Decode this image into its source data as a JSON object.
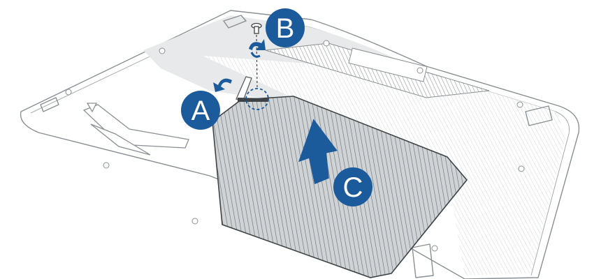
{
  "diagram": {
    "callouts": [
      {
        "id": "a",
        "label": "A"
      },
      {
        "id": "b",
        "label": "B"
      },
      {
        "id": "c",
        "label": "C"
      }
    ],
    "icons": [
      "screw-icon",
      "rotate-arrow-icon",
      "pry-arrow-icon",
      "lift-arrow-icon",
      "rog-logo-icon"
    ],
    "colors": {
      "callout_fill": "#1b5b9b",
      "arrow_fill": "#1b5b9b",
      "outline": "#8a8f93",
      "panel_hatch": "#6f7479",
      "shade": "#e9ebec"
    }
  }
}
